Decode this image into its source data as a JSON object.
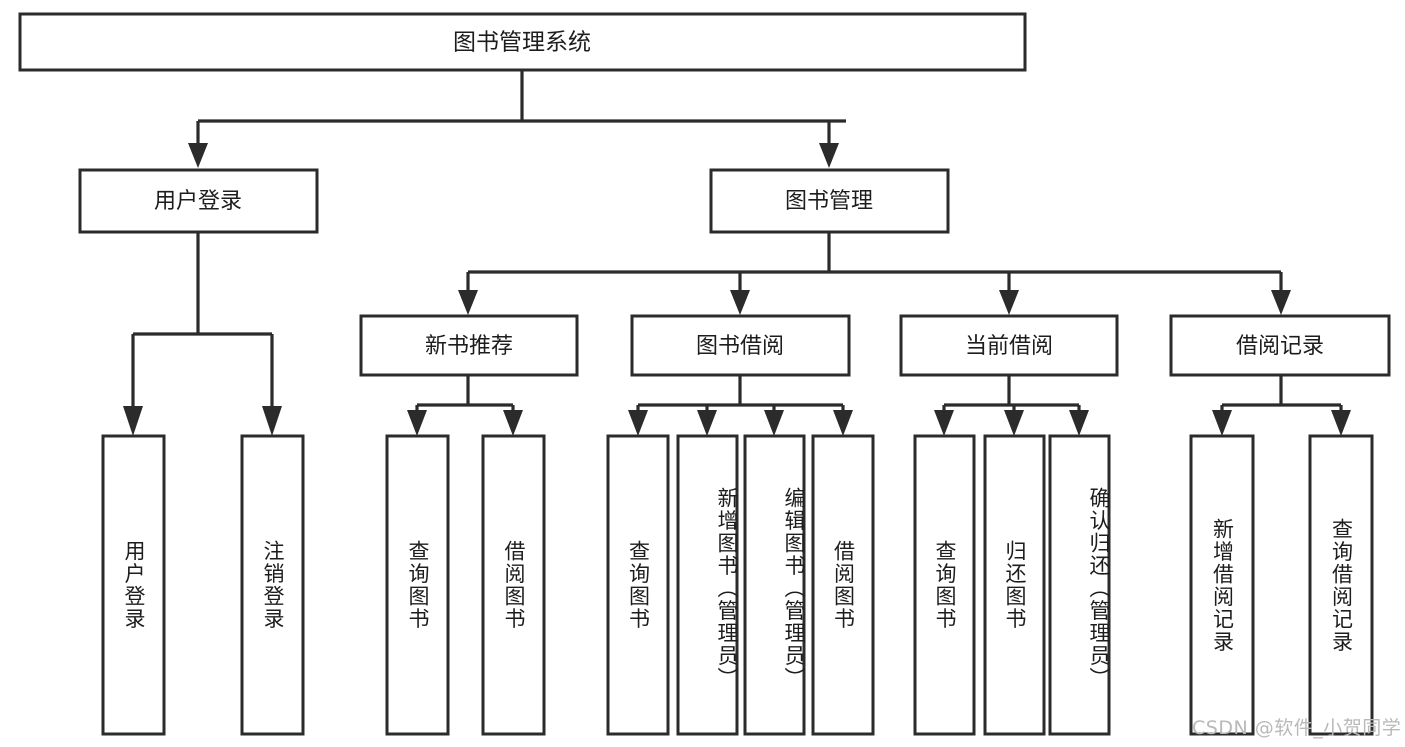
{
  "diagram": {
    "type": "tree-hierarchy",
    "title_node": {
      "label": "图书管理系统"
    },
    "level2": [
      {
        "label": "用户登录"
      },
      {
        "label": "图书管理"
      }
    ],
    "level3": [
      {
        "label": "新书推荐"
      },
      {
        "label": "图书借阅"
      },
      {
        "label": "当前借阅"
      },
      {
        "label": "借阅记录"
      }
    ],
    "leaves": {
      "user_login": [
        {
          "label": "用户登录"
        },
        {
          "label": "注销登录"
        }
      ],
      "new_book_recommend": [
        {
          "label": "查询图书"
        },
        {
          "label": "借阅图书"
        }
      ],
      "book_borrow": [
        {
          "label": "查询图书"
        },
        {
          "label": "新增图书（管理员）"
        },
        {
          "label": "编辑图书（管理员）"
        },
        {
          "label": "借阅图书"
        }
      ],
      "current_borrow": [
        {
          "label": "查询图书"
        },
        {
          "label": "归还图书"
        },
        {
          "label": "确认归还（管理员）"
        }
      ],
      "borrow_record": [
        {
          "label": "新增借阅记录"
        },
        {
          "label": "查询借阅记录"
        }
      ]
    }
  },
  "watermark": {
    "text": "CSDN @软件_小贺同学"
  },
  "colors": {
    "stroke": "#2b2b2b",
    "box_fill": "#ffffff",
    "text": "#1d1d1d",
    "watermark": "#b9b9b9",
    "background": "#ffffff"
  }
}
